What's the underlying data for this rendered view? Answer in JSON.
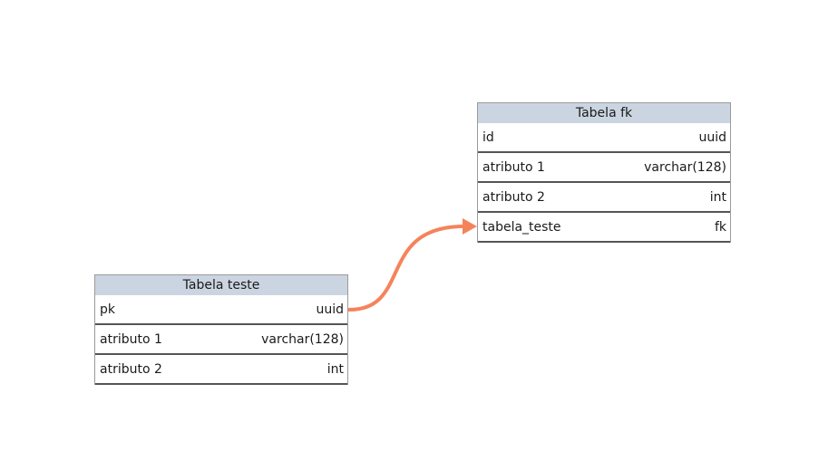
{
  "tables": [
    {
      "title": "Tabela teste",
      "columns": [
        {
          "name": "pk",
          "type": "uuid"
        },
        {
          "name": "atributo 1",
          "type": "varchar(128)"
        },
        {
          "name": "atributo 2",
          "type": "int"
        }
      ]
    },
    {
      "title": "Tabela fk",
      "columns": [
        {
          "name": "id",
          "type": "uuid"
        },
        {
          "name": "atributo 1",
          "type": "varchar(128)"
        },
        {
          "name": "atributo 2",
          "type": "int"
        },
        {
          "name": "tabela_teste",
          "type": "fk"
        }
      ]
    }
  ],
  "relation": {
    "from": "Tabela teste.pk",
    "to": "Tabela fk.tabela_teste",
    "color": "#f5835a"
  },
  "colors": {
    "header_bg": "#cbd5e1",
    "row_separator": "#555555",
    "table_border": "#9a9a9a"
  }
}
